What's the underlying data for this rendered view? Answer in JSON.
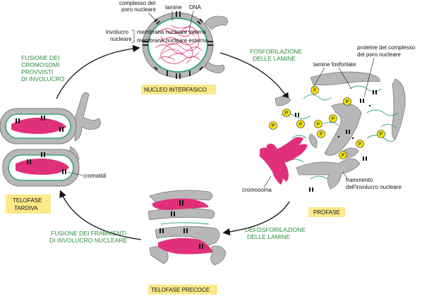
{
  "stages": {
    "interphase": "NUCLEO INTERFASICO",
    "prophase": "PROFASE",
    "early_telophase": "TELOFASE PRECOCE",
    "late_telophase_1": "TELOFASE",
    "late_telophase_2": "TARDIVA"
  },
  "transitions": {
    "phosphorylation_1": "FOSFORILAZIONE",
    "phosphorylation_2": "DELLE LAMINE",
    "dephosphorylation_1": "DEFOSFORILAZIONE",
    "dephosphorylation_2": "DELLE LAMINE",
    "fusion_fragments_1": "FUSIONE DEI FRAMMENTI",
    "fusion_fragments_2": "DI INVOLUCRO NUCLEARE",
    "fusion_chromosomes_1": "FUSIONE DEI",
    "fusion_chromosomes_2": "CROMOSOMI",
    "fusion_chromosomes_3": "PROVVISTI",
    "fusion_chromosomes_4": "DI INVOLUCRO"
  },
  "labels": {
    "pore_complex_1": "complesso del",
    "pore_complex_2": "poro nucleare",
    "lamins": "lamine",
    "dna": "DNA",
    "envelope_1": "involucro",
    "envelope_2": "nucleare",
    "inner_membrane": "membrana nucleare interna",
    "outer_membrane": "membrana nucleare esterna",
    "pore_proteins_1": "proteine del complesso",
    "pore_proteins_2": "del poro nucleare",
    "phospho_lamins": "lamine fosforilate",
    "chromosome": "cromosoma",
    "fragment_1": "frammento",
    "fragment_2": "dell'involucro nucleare",
    "chromatids": "cromatidi",
    "phosphate": "P"
  },
  "colors": {
    "membrane": "#b8b8b8",
    "membrane_stroke": "#7a7a7a",
    "lamina": "#3aa37a",
    "dna": "#e0307a",
    "stage_box": "#fbe98a",
    "transition_text": "#2e8a3a",
    "phosphate": "#f5e400"
  }
}
